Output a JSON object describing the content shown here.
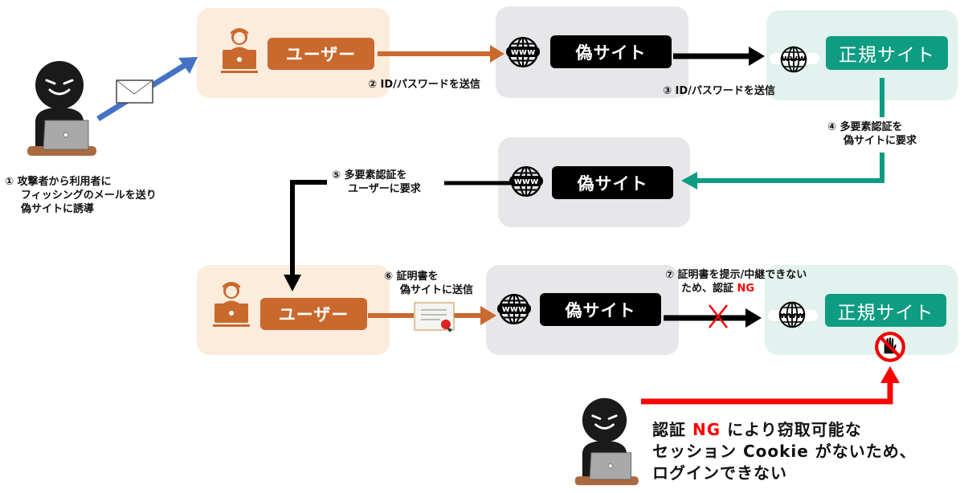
{
  "labels": {
    "user": "ユーザー",
    "fake_site": "偽サイト",
    "legit_site": "正規サイト",
    "www": "www"
  },
  "steps": {
    "s1": [
      "① 攻撃者から利用者に",
      "フィッシングのメールを送り",
      "偽サイトに誘導"
    ],
    "s2": "② ID/パスワードを送信",
    "s3": "③ ID/パスワードを送信",
    "s4": [
      "④ 多要素認証を",
      "偽サイトに要求"
    ],
    "s5": [
      "⑤ 多要素認証を",
      "ユーザーに要求"
    ],
    "s6": [
      "⑥ 証明書を",
      "偽サイトに送信"
    ],
    "s7": {
      "line1": "⑦ 証明書を提示/中継できない",
      "line2_pre": "ため、認証 ",
      "line2_ng": "NG"
    }
  },
  "conclusion": {
    "line1_pre": "認証 ",
    "line1_ng": "NG",
    "line1_post": " により窃取可能な",
    "line2": "セッション Cookie がないため、",
    "line3": "ログインできない"
  },
  "colors": {
    "user": "#c9692e",
    "fake": "#000000",
    "legit": "#0e9c82",
    "phish_arrow": "#4472c4",
    "ng": "#ff0000"
  },
  "icons": [
    "attacker-icon",
    "envelope-icon",
    "user-laptop-icon",
    "www-globe-icon",
    "certificate-icon",
    "cross-icon",
    "stop-hand-icon"
  ]
}
